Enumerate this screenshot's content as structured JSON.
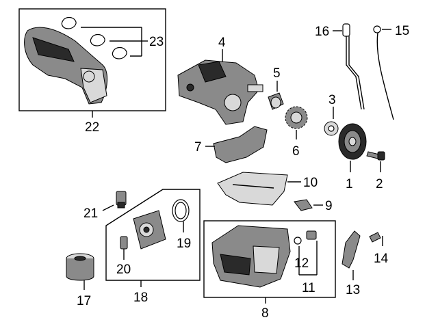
{
  "callouts": [
    {
      "id": "c1",
      "text": "1"
    },
    {
      "id": "c2",
      "text": "2"
    },
    {
      "id": "c3",
      "text": "3"
    },
    {
      "id": "c4",
      "text": "4"
    },
    {
      "id": "c5",
      "text": "5"
    },
    {
      "id": "c6",
      "text": "6"
    },
    {
      "id": "c7",
      "text": "7"
    },
    {
      "id": "c8",
      "text": "8"
    },
    {
      "id": "c9",
      "text": "9"
    },
    {
      "id": "c10",
      "text": "10"
    },
    {
      "id": "c11",
      "text": "11"
    },
    {
      "id": "c12",
      "text": "12"
    },
    {
      "id": "c13",
      "text": "13"
    },
    {
      "id": "c14",
      "text": "14"
    },
    {
      "id": "c15",
      "text": "15"
    },
    {
      "id": "c16",
      "text": "16"
    },
    {
      "id": "c17",
      "text": "17"
    },
    {
      "id": "c18",
      "text": "18"
    },
    {
      "id": "c19",
      "text": "19"
    },
    {
      "id": "c20",
      "text": "20"
    },
    {
      "id": "c21",
      "text": "21"
    },
    {
      "id": "c22",
      "text": "22"
    },
    {
      "id": "c23",
      "text": "23"
    }
  ]
}
